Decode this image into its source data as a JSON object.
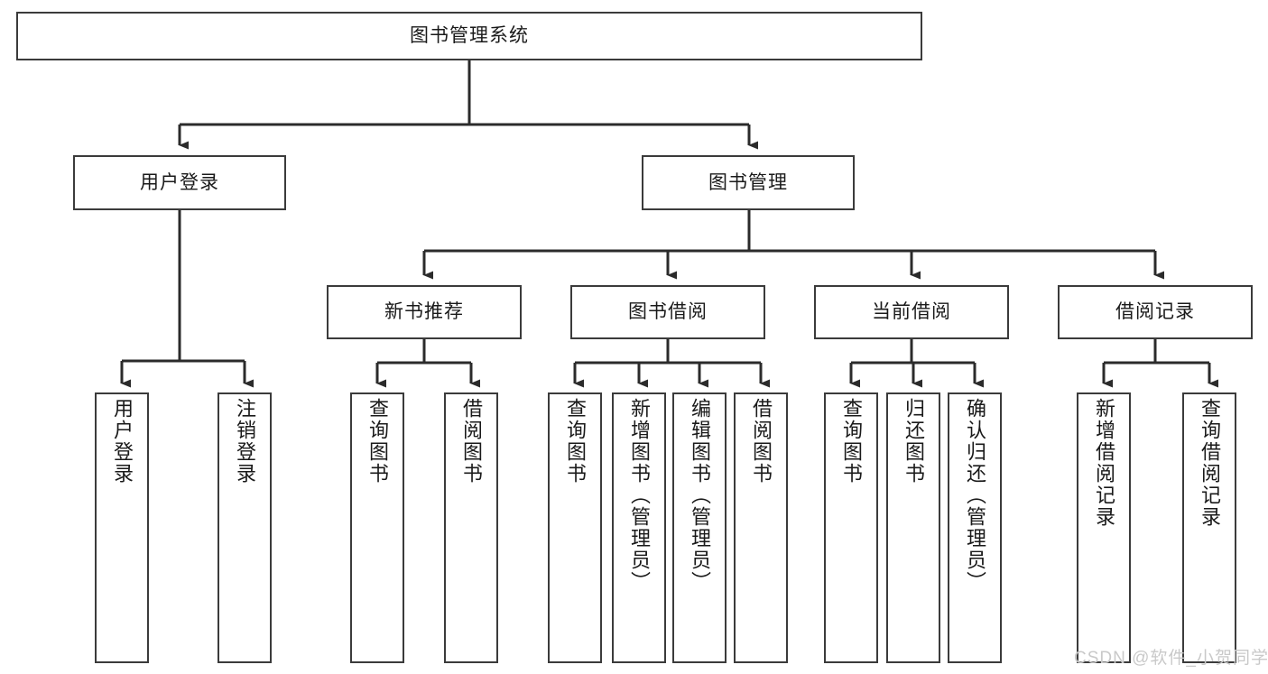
{
  "diagram": {
    "title": "图书管理系统",
    "type": "tree-hierarchy",
    "watermark": "CSDN @软件_小贺同学",
    "colors": {
      "stroke": "#3b3b3b",
      "fill": "#ffffff",
      "text": "#1a1a1a",
      "watermark": "#c9c9c9"
    },
    "nodes": {
      "root": {
        "label": "图书管理系统"
      },
      "level2": [
        {
          "id": "user-login",
          "label": "用户登录"
        },
        {
          "id": "book-manage",
          "label": "图书管理"
        }
      ],
      "level3": [
        {
          "id": "new-book-recommend",
          "label": "新书推荐"
        },
        {
          "id": "book-borrow",
          "label": "图书借阅"
        },
        {
          "id": "current-borrow",
          "label": "当前借阅"
        },
        {
          "id": "borrow-record",
          "label": "借阅记录"
        }
      ],
      "leaves": {
        "user-login": [
          {
            "id": "leaf-user-login",
            "label": "用户登录"
          },
          {
            "id": "leaf-logout-login",
            "label": "注销登录"
          }
        ],
        "new-book-recommend": [
          {
            "id": "leaf-query-book-1",
            "label": "查询图书"
          },
          {
            "id": "leaf-borrow-book-1",
            "label": "借阅图书"
          }
        ],
        "book-borrow": [
          {
            "id": "leaf-query-book-2",
            "label": "查询图书"
          },
          {
            "id": "leaf-add-book",
            "label": "新增图书（管理员）"
          },
          {
            "id": "leaf-edit-book",
            "label": "编辑图书（管理员）"
          },
          {
            "id": "leaf-borrow-book-2",
            "label": "借阅图书"
          }
        ],
        "current-borrow": [
          {
            "id": "leaf-query-book-3",
            "label": "查询图书"
          },
          {
            "id": "leaf-return-book",
            "label": "归还图书"
          },
          {
            "id": "leaf-confirm-return",
            "label": "确认归还（管理员）"
          }
        ],
        "borrow-record": [
          {
            "id": "leaf-add-record",
            "label": "新增借阅记录"
          },
          {
            "id": "leaf-query-record",
            "label": "查询借阅记录"
          }
        ]
      }
    }
  }
}
